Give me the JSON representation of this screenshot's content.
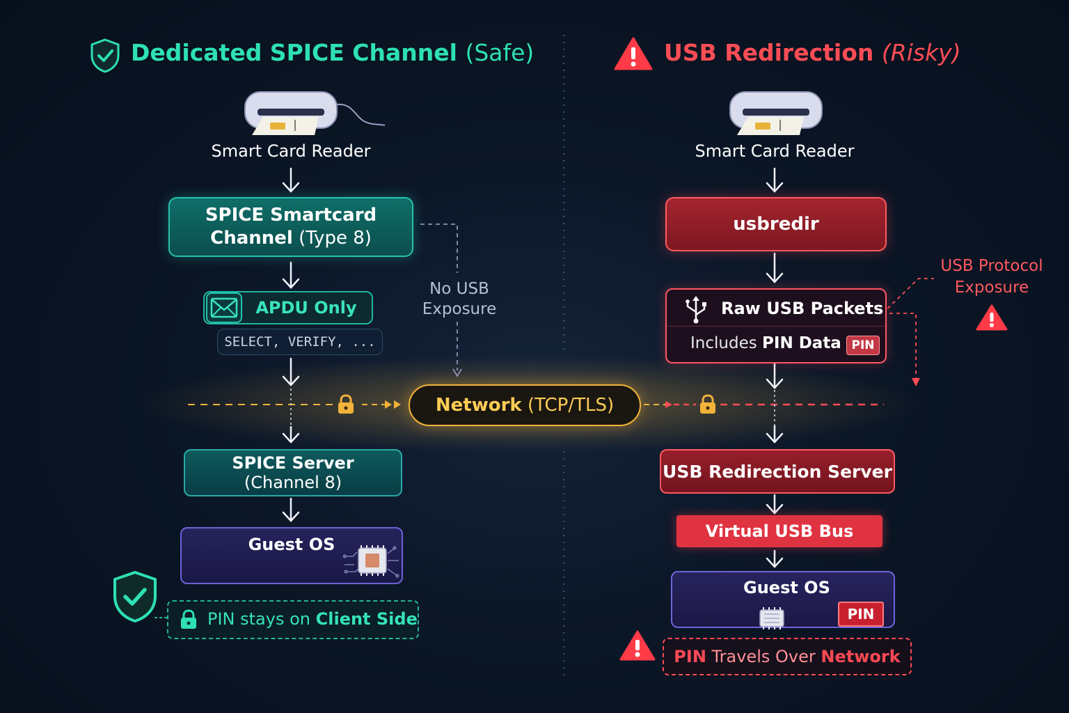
{
  "left": {
    "title": "Dedicated SPICE Channel",
    "title_suffix": "(Safe)",
    "reader_label": "Smart Card Reader",
    "channel_line1": "SPICE Smartcard",
    "channel_line2a": "Channel",
    "channel_line2b": "(Type 8)",
    "apdu_label": "APDU Only",
    "apdu_commands": "SELECT, VERIFY, ...",
    "no_usb_line1": "No USB",
    "no_usb_line2": "Exposure",
    "server_line1": "SPICE Server",
    "server_line2": "(Channel 8)",
    "guest_label": "Guest OS",
    "pin_text": "PIN stays on",
    "pin_bold": "Client Side"
  },
  "network": {
    "label": "Network",
    "suffix": "(TCP/TLS)"
  },
  "right": {
    "title": "USB Redirection",
    "title_suffix": "(Risky)",
    "reader_label": "Smart Card Reader",
    "usbredir_label": "usbredir",
    "raw_packets_label": "Raw USB Packets",
    "includes_text": "Includes",
    "includes_bold": "PIN Data",
    "pin_chip": "PIN",
    "exposure_line1": "USB Protocol",
    "exposure_line2": "Exposure",
    "server_label": "USB Redirection Server",
    "bus_label": "Virtual USB Bus",
    "guest_label": "Guest OS",
    "pin_tag": "PIN",
    "travels_a": "PIN",
    "travels_b": "Travels Over",
    "travels_c": "Network"
  },
  "colors": {
    "safe": "#2ee0b3",
    "risky": "#ff4d55",
    "network": "#f2b33a",
    "background": "#0b1626"
  },
  "icons": [
    "shield-check-icon",
    "warning-icon",
    "card-reader-icon",
    "envelope-icon",
    "lock-icon",
    "usb-icon",
    "chip-icon"
  ]
}
